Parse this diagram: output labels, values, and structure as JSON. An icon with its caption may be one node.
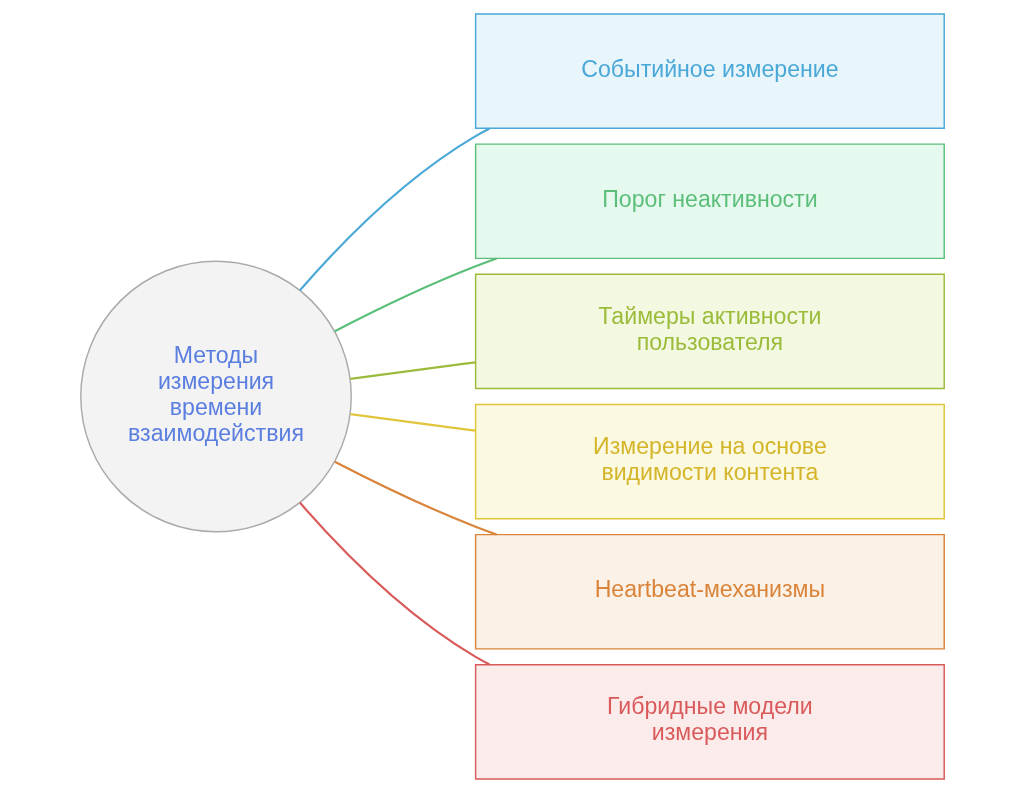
{
  "diagram": {
    "nodes": [
      {
        "text": [
          "Методы измерения времени взаимодействия"
        ]
      },
      {
        "text": [
          "Событийное измерение"
        ]
      },
      {
        "text": [
          "Порог неактивности"
        ]
      },
      {
        "text": [
          "Таймеры активности пользователя"
        ]
      },
      {
        "text": [
          "Измерение на основе видимости контента"
        ]
      },
      {
        "text": [
          "Heartbeat-механизмы"
        ]
      },
      {
        "text": [
          "Гибридные модели измерения"
        ]
      }
    ],
    "edges": [
      {
        "from": 0,
        "to": 1,
        "arrow": "none",
        "color": "#4aa8d8"
      },
      {
        "from": 0,
        "to": 2,
        "arrow": "none",
        "color": "#5bbf7a"
      },
      {
        "from": 0,
        "to": 3,
        "arrow": "none",
        "color": "#9bbb3a"
      },
      {
        "from": 0,
        "to": 4,
        "arrow": "none",
        "color": "#e0c53a"
      },
      {
        "from": 0,
        "to": 5,
        "arrow": "none",
        "color": "#d9843a"
      },
      {
        "from": 0,
        "to": 6,
        "arrow": "none",
        "color": "#d95a5a"
      }
    ]
  }
}
